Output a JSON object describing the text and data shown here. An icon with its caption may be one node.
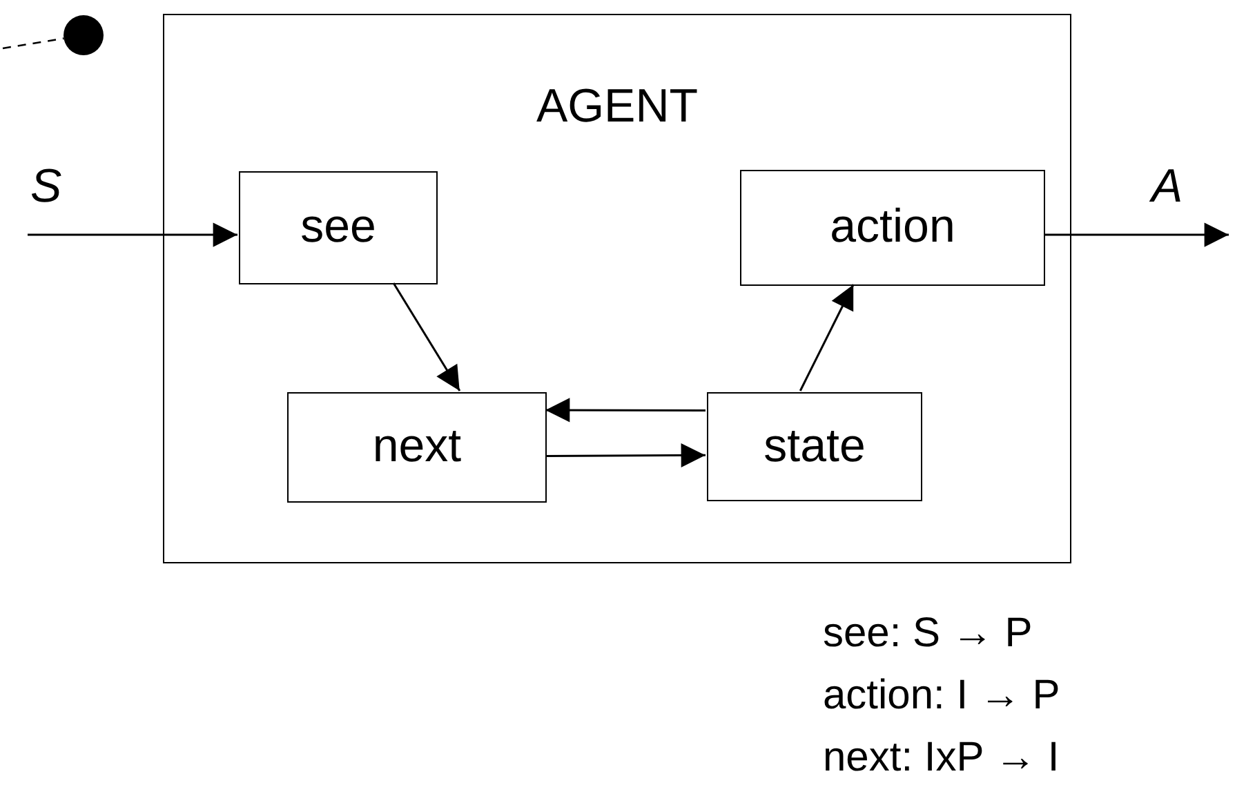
{
  "diagram": {
    "nodes": [
      {
        "text": [
          "AGENT"
        ]
      },
      {
        "text": [
          "see"
        ],
        "in": 0
      },
      {
        "text": [
          "action"
        ],
        "in": 0
      },
      {
        "text": [
          "next"
        ],
        "in": 0
      },
      {
        "text": [
          "state"
        ],
        "in": 0
      },
      {
        "text": [],
        "shape": "circle"
      }
    ],
    "edges": [
      {
        "from": null,
        "to": 1,
        "arrow": "to",
        "label": "S"
      },
      {
        "from": 2,
        "to": null,
        "arrow": "to",
        "label": "A"
      },
      {
        "from": 1,
        "to": 3,
        "arrow": "to"
      },
      {
        "from": 4,
        "to": 3,
        "arrow": "to"
      },
      {
        "from": 3,
        "to": 4,
        "arrow": "to"
      },
      {
        "from": 4,
        "to": 2,
        "arrow": "to"
      },
      {
        "from": null,
        "to": 5,
        "arrow": "none",
        "style": "dashed"
      }
    ],
    "labels": [
      "see: S → P",
      "action: I → P",
      "next: IxP → I"
    ]
  }
}
